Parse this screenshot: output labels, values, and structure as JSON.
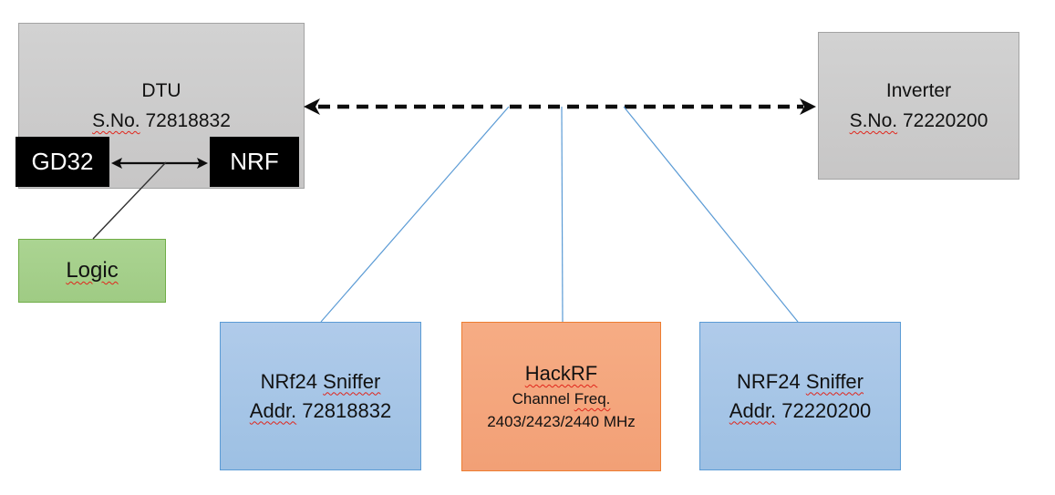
{
  "nodes": {
    "dtu": {
      "title": "DTU",
      "serial_word": "S.No.",
      "serial_number": "72818832"
    },
    "gd32": {
      "label": "GD32"
    },
    "nrf": {
      "label": "NRF"
    },
    "logic": {
      "label": "Logic"
    },
    "inverter": {
      "title": "Inverter",
      "serial_word": "S.No.",
      "serial_number": "72220200"
    },
    "sniffer_left": {
      "name_prefix": "NRf24",
      "name_word": "Sniffer",
      "addr_word": "Addr.",
      "addr_number": "72818832"
    },
    "hackrf": {
      "title": "HackRF",
      "channel_word": "Channel",
      "freq_word": "Freq.",
      "freq_values": "2403/2423/2440 MHz"
    },
    "sniffer_right": {
      "name_prefix": "NRF24",
      "name_word": "Sniffer",
      "addr_word": "Addr.",
      "addr_number": "72220200"
    }
  },
  "connectors": {
    "dtu_inverter_link": "dashed double-headed arrow",
    "gd32_nrf_link": "double-headed arrow",
    "logic_link": "thin black line",
    "sniffer_links": "thin blue lines"
  },
  "colors": {
    "gray_fill": "#cbcbcb",
    "gray_border": "#a3a3a3",
    "chip_fill": "#000000",
    "chip_text": "#ffffff",
    "green_fill": "#a5cf8b",
    "green_border": "#70ad47",
    "blue_fill": "#a6c5e7",
    "blue_border": "#5b9bd5",
    "orange_fill": "#f4a67d",
    "orange_border": "#ed7d31",
    "connector_blue": "#5b9bd5",
    "arrow_black": "#0d0d0d",
    "squiggle_red": "#e0251b"
  }
}
